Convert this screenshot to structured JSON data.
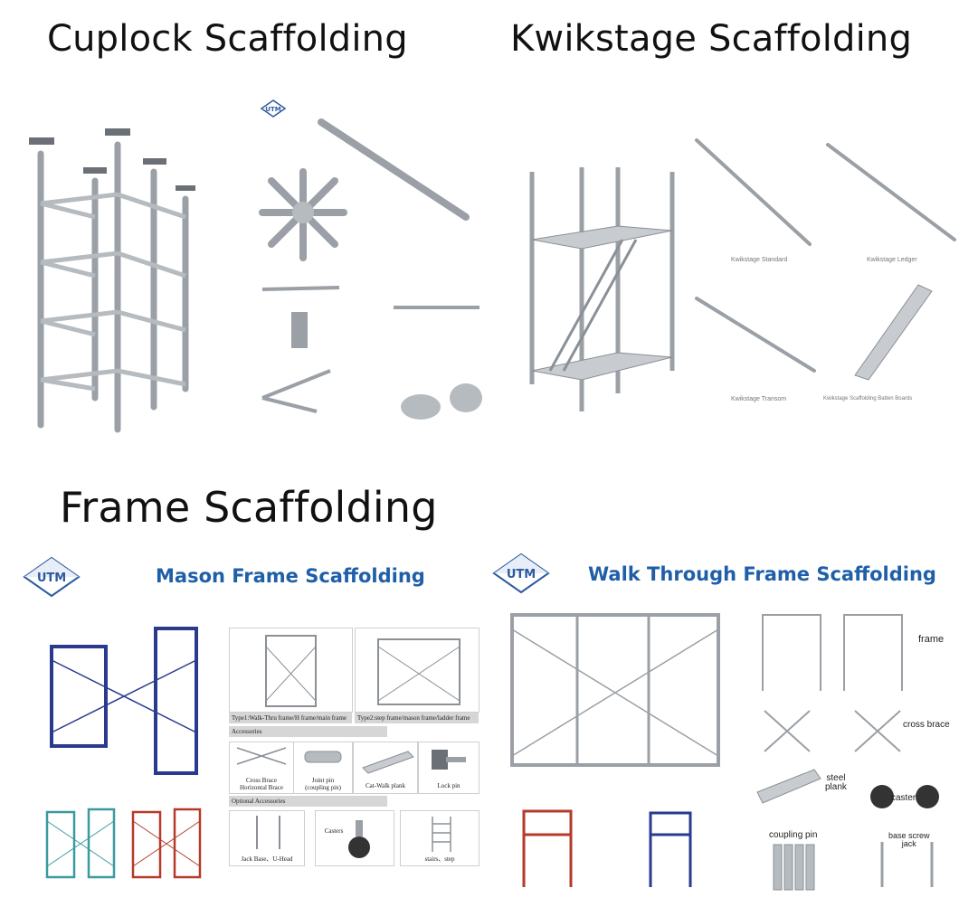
{
  "sections": {
    "cuplock": {
      "title": "Cuplock Scaffolding"
    },
    "kwikstage": {
      "title": "Kwikstage Scaffolding",
      "captions": [
        "Kwikstage Standard",
        "Kwikstage Ledger",
        "Kwikstage Transom",
        "Kwikstage Scaffolding Batten Boards"
      ]
    },
    "frame": {
      "title": "Frame Scaffolding"
    }
  },
  "logo": {
    "text": "UTM"
  },
  "mason": {
    "title": "Mason Frame Scaffolding",
    "type1": "Type1:Walk-Thru frame/H frame/main frame",
    "type2": "Type2:step frame/mason frame/ladder frame",
    "accessories": "Accessories",
    "items": [
      {
        "label": "Cross Brace\nHorizontal Brace"
      },
      {
        "label": "Joint pin\n(coupling pin)"
      },
      {
        "label": "Cat-Walk plank"
      },
      {
        "label": "Lock pin"
      }
    ],
    "optional": "Optional Accessories",
    "opt_items": [
      {
        "label": "Jack Base、U-Head"
      },
      {
        "label": "Casters"
      },
      {
        "label": "stairs、step"
      }
    ]
  },
  "walk": {
    "title": "Walk Through Frame Scaffolding",
    "labels": {
      "frame": "frame",
      "cross_brace": "cross brace",
      "steel_plank": "steel\nplank",
      "caster": "caster",
      "coupling_pin": "coupling pin",
      "base_screw_jack": "base screw\njack"
    }
  },
  "colors": {
    "steel": "#9aa0a6",
    "steel_dark": "#6b7076",
    "navy": "#2a3b8f",
    "red": "#b53a2a",
    "teal": "#3a9aa0",
    "title_blue": "#1f5fa8"
  }
}
